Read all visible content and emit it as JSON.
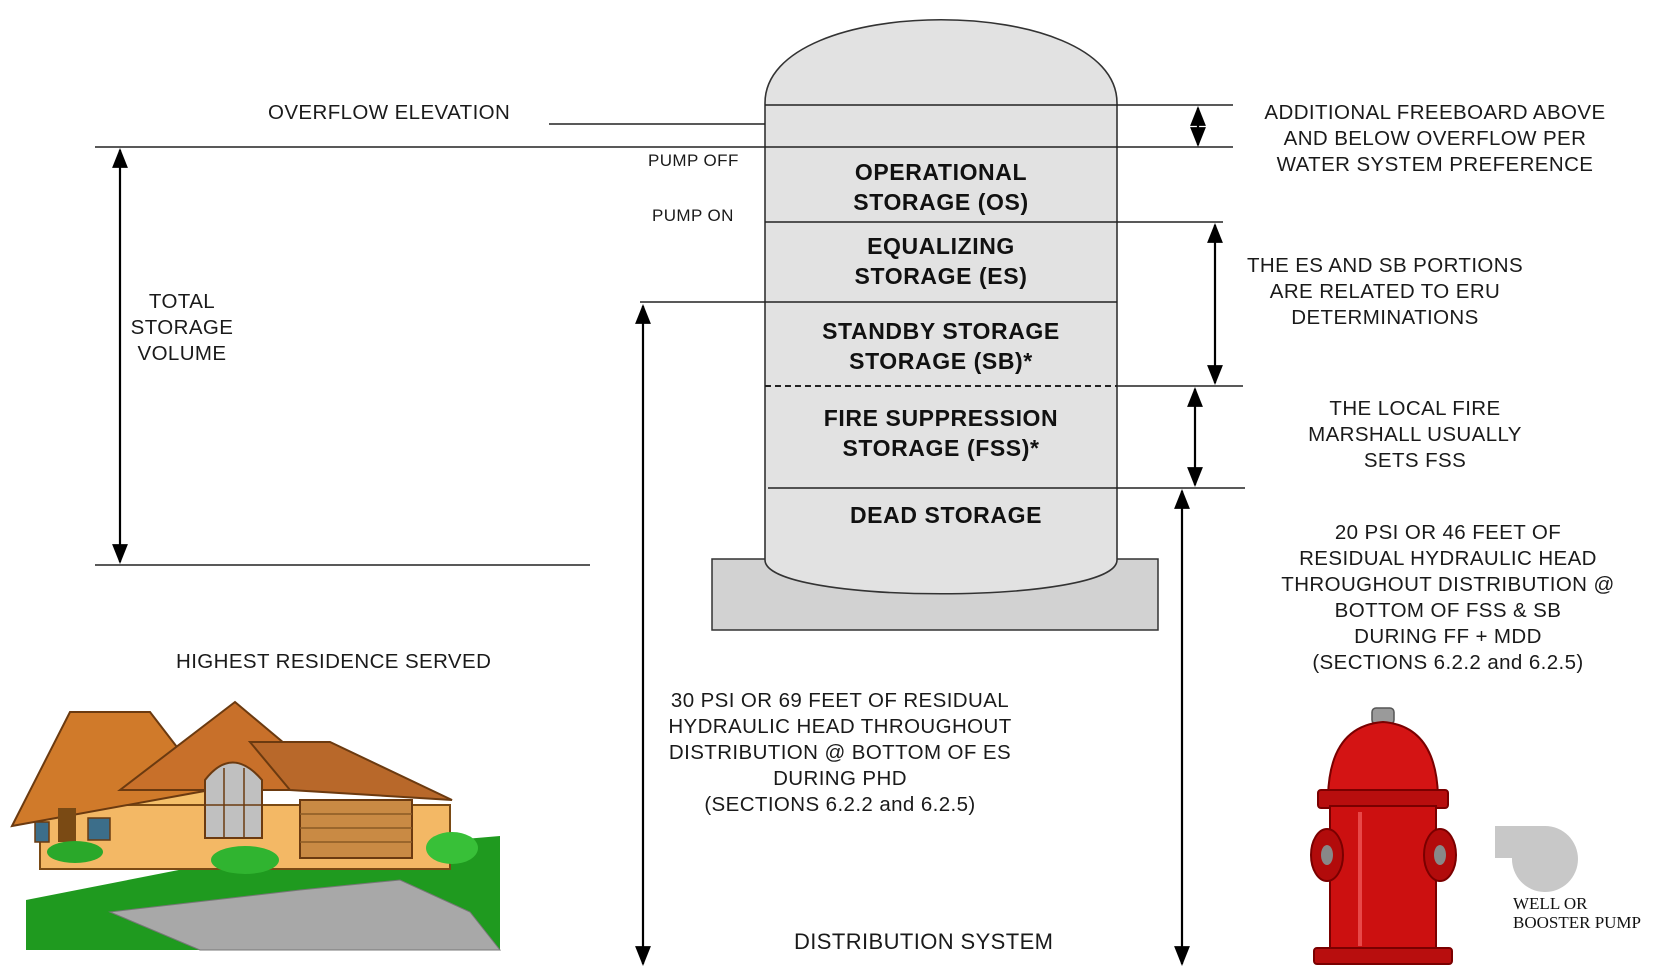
{
  "levels": {
    "overflow": "OVERFLOW ELEVATION",
    "pump_off": "PUMP OFF",
    "pump_on": "PUMP ON"
  },
  "tank_zones": [
    {
      "line1": "OPERATIONAL",
      "line2": "STORAGE (OS)"
    },
    {
      "line1": "EQUALIZING",
      "line2": "STORAGE (ES)"
    },
    {
      "line1": "STANDBY STORAGE",
      "line2": "STORAGE (SB)*"
    },
    {
      "line1": "FIRE SUPPRESSION",
      "line2": "STORAGE (FSS)*"
    },
    {
      "line1": "DEAD STORAGE",
      "line2": ""
    }
  ],
  "total_storage": [
    "TOTAL",
    "STORAGE",
    "VOLUME"
  ],
  "notes": {
    "freeboard": [
      "ADDITIONAL FREEBOARD ABOVE",
      "AND BELOW OVERFLOW PER",
      "WATER SYSTEM PREFERENCE"
    ],
    "es_sb": [
      "THE ES AND SB PORTIONS",
      "ARE RELATED TO ERU",
      "DETERMINATIONS"
    ],
    "fire_marshall": [
      "THE LOCAL FIRE",
      "MARSHALL USUALLY",
      "SETS FSS"
    ],
    "psi20": [
      "20 PSI OR 46 FEET OF",
      "RESIDUAL HYDRAULIC HEAD",
      "THROUGHOUT DISTRIBUTION @",
      "BOTTOM OF FSS & SB",
      "DURING FF + MDD",
      "(SECTIONS 6.2.2 and 6.2.5)"
    ],
    "psi30": [
      "30 PSI OR 69 FEET OF RESIDUAL",
      "HYDRAULIC HEAD THROUGHOUT",
      "DISTRIBUTION @ BOTTOM OF ES",
      "DURING PHD",
      "(SECTIONS 6.2.2 and 6.2.5)"
    ]
  },
  "highest_residence": "HIGHEST RESIDENCE SERVED",
  "distribution_system": "DISTRIBUTION SYSTEM",
  "pump_label": [
    "WELL OR",
    "BOOSTER PUMP"
  ],
  "icons": [
    "house-icon",
    "fire-hydrant-icon",
    "pump-icon"
  ],
  "colors": {
    "tank": "#e2e2e2",
    "base": "#d2d2d2",
    "hydrant": "#cc1010",
    "grass": "#1f9a1f"
  }
}
